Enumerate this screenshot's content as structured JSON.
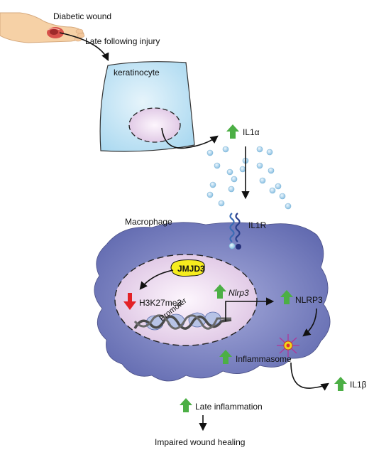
{
  "labels": {
    "diabetic_wound": "Diabetic wound",
    "late_following_injury": "Late following injury",
    "keratinocyte": "keratinocyte",
    "il1a": "IL1α",
    "il1r": "IL1R",
    "macrophage": "Macrophage",
    "jmjd3": "JMJD3",
    "h3k27me3": "H3K27me3",
    "nlrp3_gene": "Nlrp3",
    "promoter": "Promoter",
    "nlrp3_protein": "NLRP3",
    "inflammasome": "Inflammasome",
    "il1b": "IL1β",
    "late_inflammation": "Late inflammation",
    "impaired_wound_healing": "Impaired wound healing"
  },
  "icons": {
    "up_arrow": "green-up-arrow-icon",
    "down_arrow": "red-down-arrow-icon"
  },
  "colors": {
    "up_arrow": "#4caf45",
    "down_arrow": "#e32227",
    "keratinocyte_fill": "#bfe3f5",
    "nucleus_fill": "#f1dff1",
    "macrophage_fill": "#7f87c4",
    "jmjd3_fill": "#f6ec1e",
    "cytokine_dot": "#a8d1ea"
  }
}
